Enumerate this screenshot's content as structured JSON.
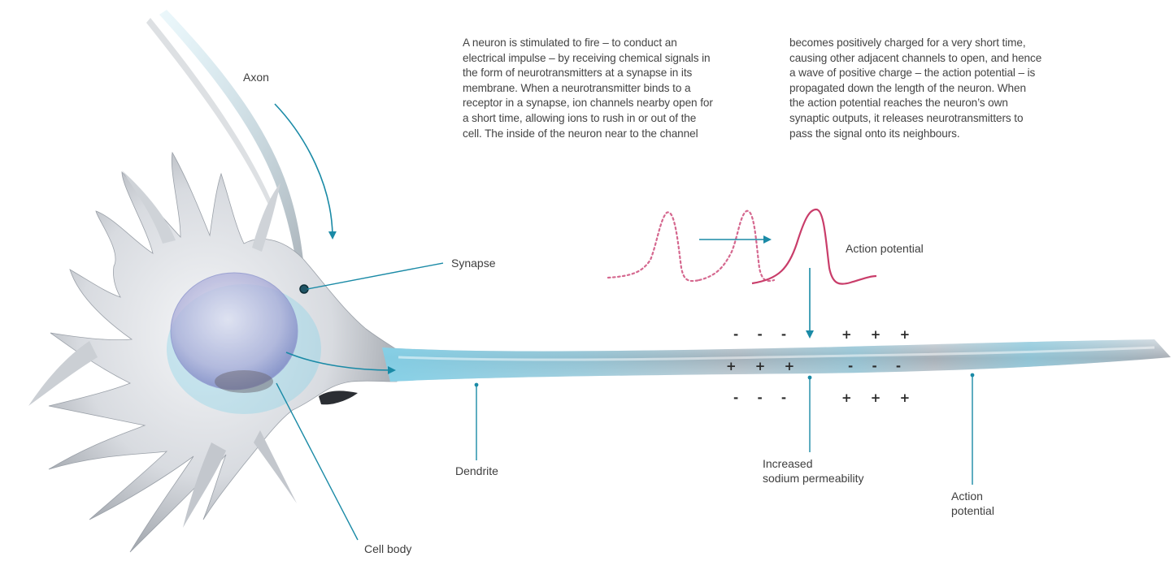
{
  "description": {
    "left_lines": [
      "A neuron is stimulated to fire – to conduct an",
      "electrical impulse – by receiving chemical signals in",
      "the form of neurotransmitters at a synapse in its",
      "membrane. When a neurotransmitter binds to a",
      "receptor in a synapse, ion channels nearby open for",
      "a short time, allowing ions to rush in or out of the",
      "cell. The inside of the neuron near to the channel"
    ],
    "right_lines": [
      "becomes positively charged for a very short time,",
      "causing other adjacent channels to open, and hence",
      "a wave of positive charge – the action potential – is",
      "propagated down the length of the neuron. When",
      "the action potential reaches the neuron’s own",
      "synaptic outputs, it releases neurotransmitters to",
      "pass the signal onto its neighbours."
    ]
  },
  "labels": {
    "axon": "Axon",
    "synapse": "Synapse",
    "cell_body": "Cell body",
    "dendrite": "Dendrite",
    "action_potential_wave": "Action potential",
    "increased_line1": "Increased",
    "increased_line2": "sodium permeability",
    "action_potential_axon_line1": "Action",
    "action_potential_axon_line2": "potential"
  },
  "charges": {
    "top_left": "- - -",
    "top_right": "+ + +",
    "mid_left": "+ + +",
    "mid_right": "- - -",
    "bottom_left": "- - -",
    "bottom_right": "+ + +"
  },
  "colors": {
    "leader_line": "#1a8aa6",
    "spike": "#c93d6a",
    "spike_dotted": "#d5688f",
    "neuron_body": "#c9ccd2",
    "ion_glow": "#5ec3e0"
  }
}
